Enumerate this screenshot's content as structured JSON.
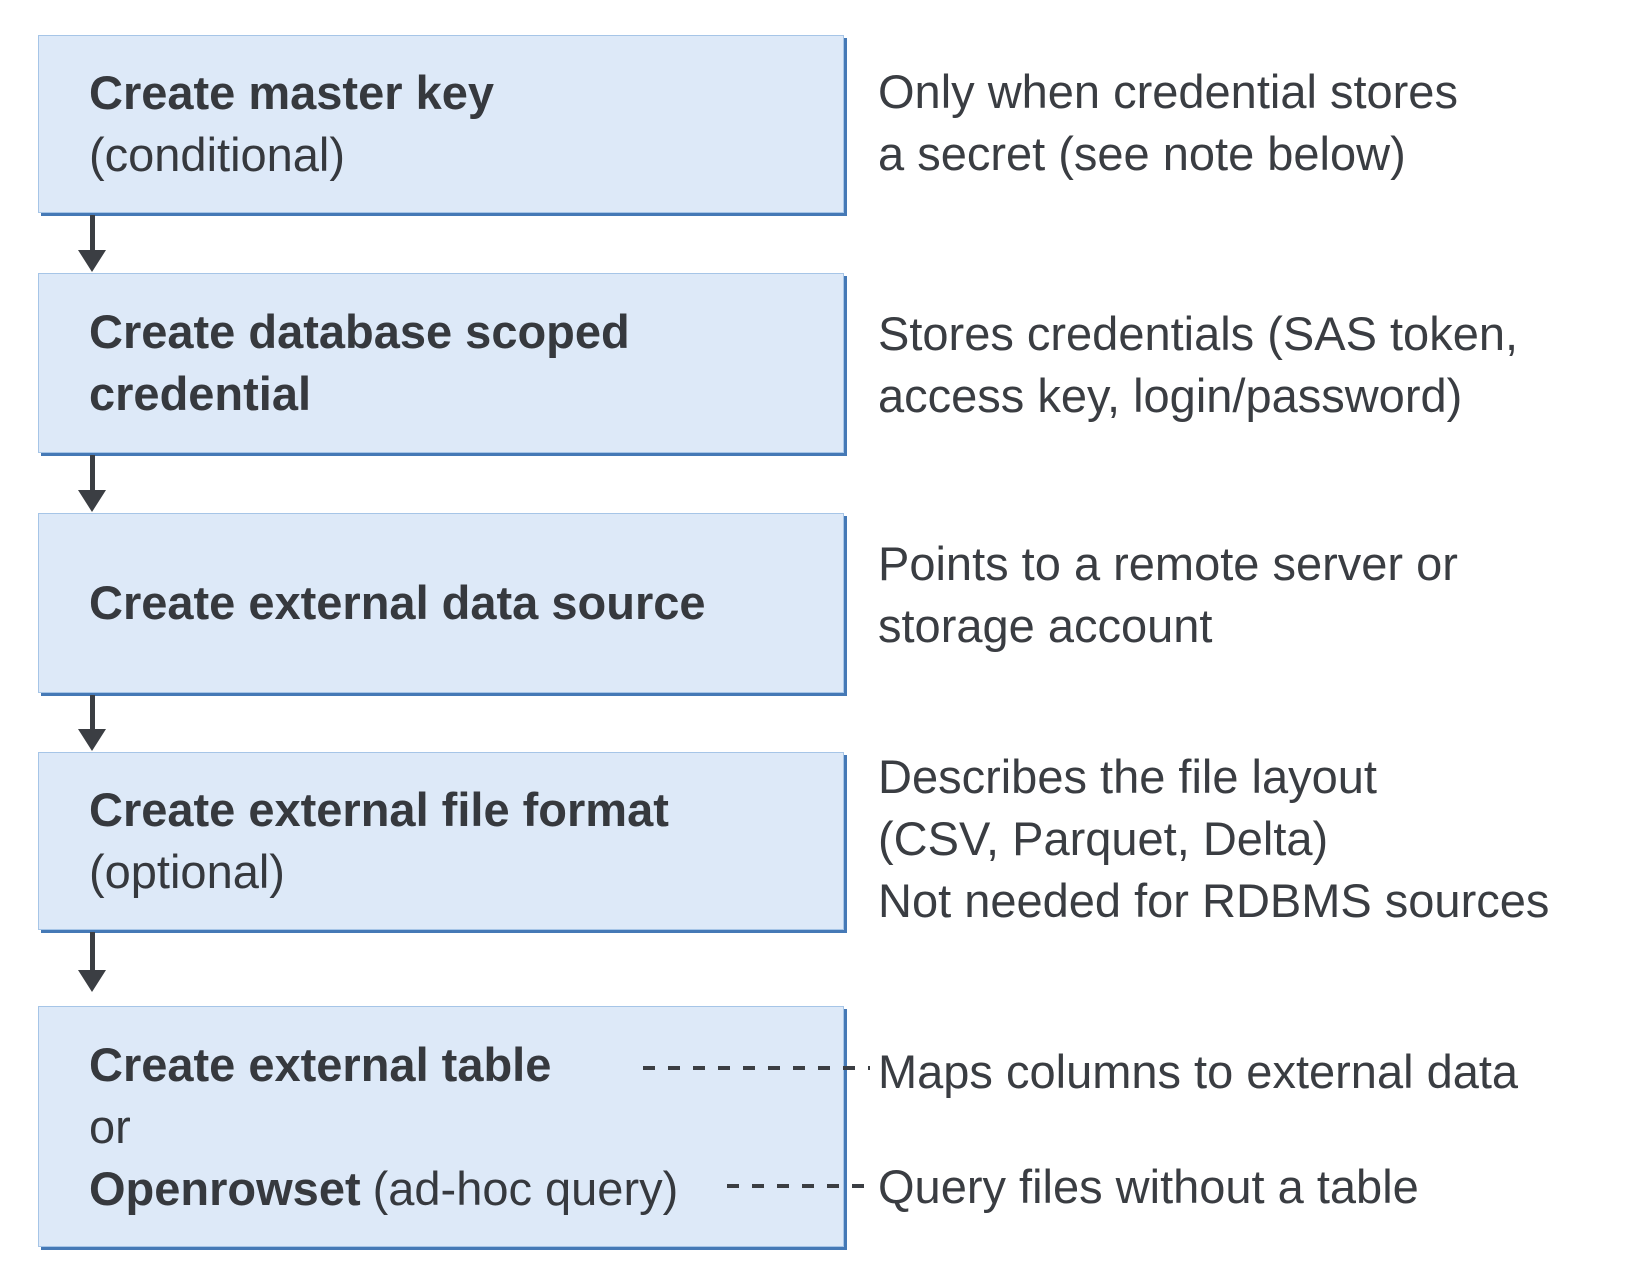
{
  "palette": {
    "background": "#ffffff",
    "box_fill": "#dde9f8",
    "box_border_light": "#a6c5e7",
    "box_border_accent": "#4579b6",
    "connector_gray": "#3b3e43",
    "text_color": "#36393e"
  },
  "boxes": [
    {
      "title": "Create master key",
      "subtitle": "(conditional)"
    },
    {
      "title": "Create database scoped\ncredential"
    },
    {
      "title": "Create external data source"
    },
    {
      "title": "Create external file format",
      "subtitle": "(optional)"
    },
    {
      "title": "Create external table",
      "connector_word": "or",
      "alt_title": "Openrowset",
      "alt_suffix": "(ad-hoc query)"
    }
  ],
  "notes": [
    "Only when credential stores\na secret (see note below)",
    "Stores credentials (SAS token,\naccess key, login/password)",
    "Points to a remote server or\nstorage account",
    "Describes the file layout\n(CSV, Parquet, Delta)\nNot needed for RDBMS sources",
    "Maps columns to external data",
    "Query files without a table"
  ]
}
